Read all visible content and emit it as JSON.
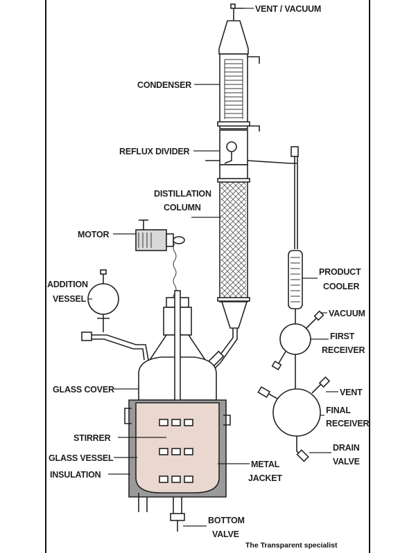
{
  "labels": {
    "vent_vacuum": "VENT / VACUUM",
    "condenser": "CONDENSER",
    "reflux_divider": "REFLUX DIVIDER",
    "distillation_1": "DISTILLATION",
    "distillation_2": "COLUMN",
    "motor": "MOTOR",
    "addition_1": "ADDITION",
    "addition_2": "VESSEL",
    "product_1": "PRODUCT",
    "product_2": "COOLER",
    "vacuum": "VACUUM",
    "first_1": "FIRST",
    "first_2": "RECEIVER",
    "glass_cover": "GLASS COVER",
    "vent": "VENT",
    "final_1": "FINAL",
    "final_2": "RECEIVER",
    "stirrer": "STIRRER",
    "drain_1": "DRAIN",
    "drain_2": "VALVE",
    "glass_vessel": "GLASS VESSEL",
    "metal_1": "METAL",
    "metal_2": "JACKET",
    "insulation": "INSULATION",
    "bottom_1": "BOTTOM",
    "bottom_2": "VALVE"
  },
  "credit": "The Transparent specialist",
  "colors": {
    "vessel_fill": "#ead7cf",
    "jacket_fill": "#9a9a9a",
    "motor_fill": "#d9d9d9",
    "outline": "#222222"
  }
}
